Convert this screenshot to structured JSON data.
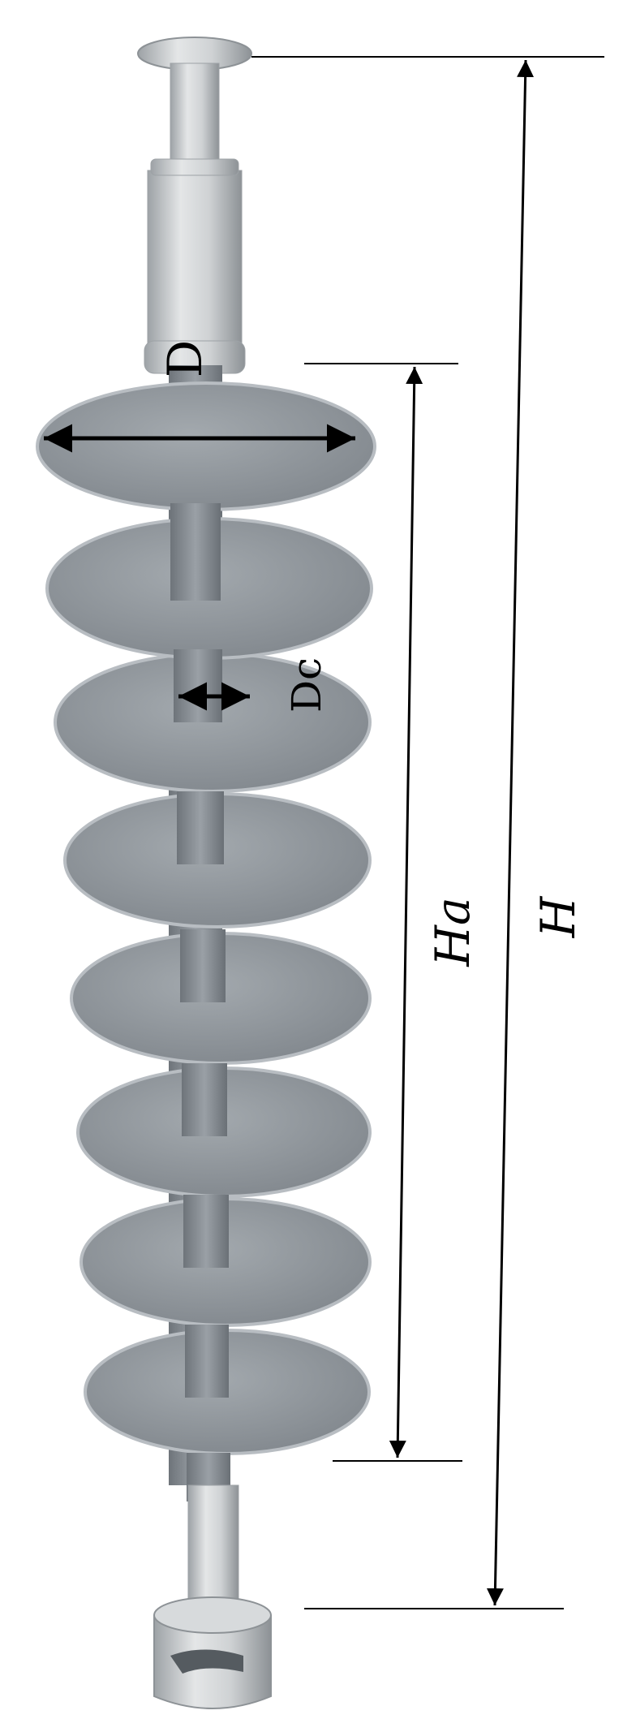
{
  "labels": {
    "D": "D",
    "Dc": "Dc",
    "Ha": "Ha",
    "H": "H"
  },
  "colors": {
    "shed": "#8f959b",
    "shed_edge": "#b8bdc2",
    "core": "#7c8288",
    "fitting": "#c9ccce",
    "fitting_shade": "#9da2a6",
    "line": "#000000"
  }
}
